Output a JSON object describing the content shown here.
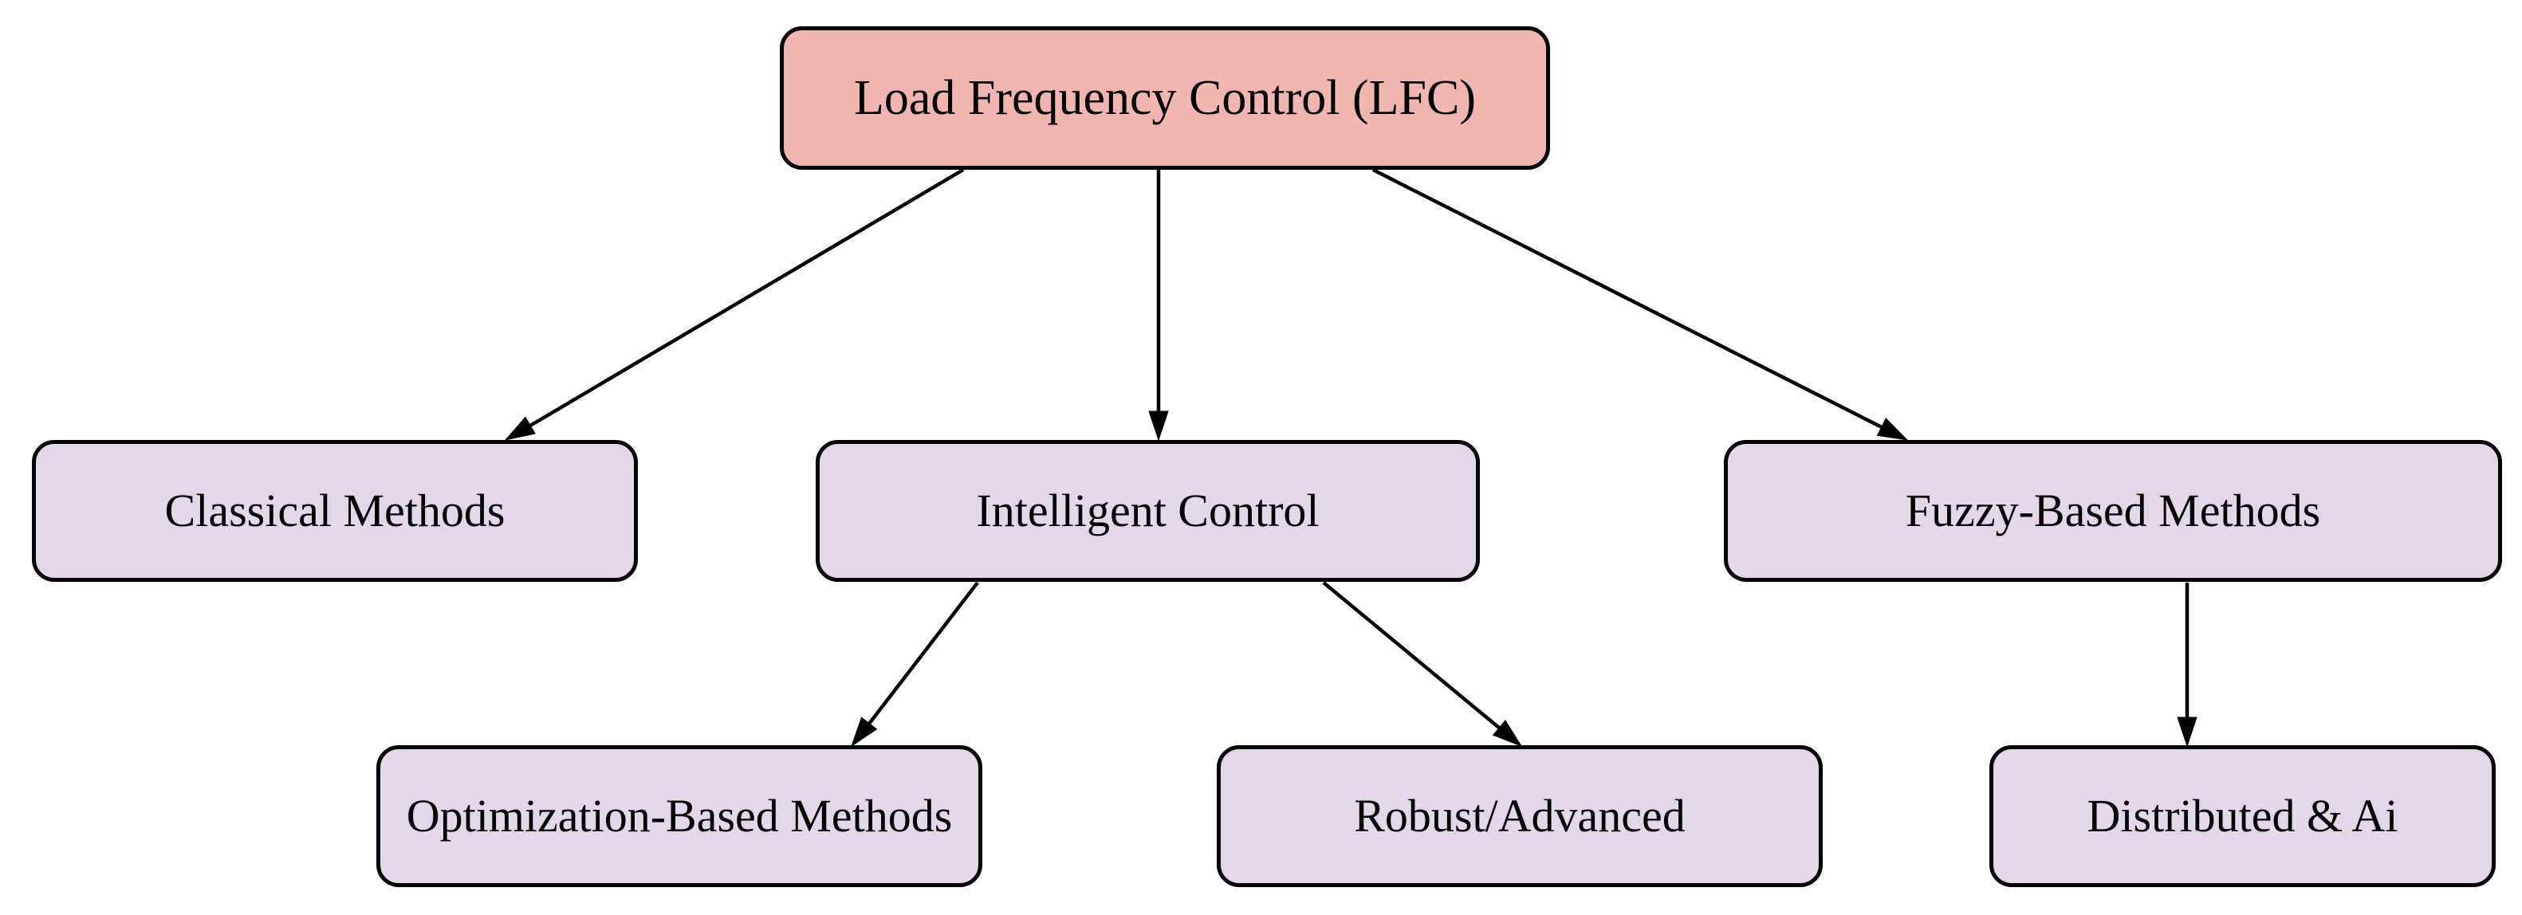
{
  "diagram": {
    "type": "tree-flowchart",
    "topic": "Load Frequency Control methods taxonomy",
    "background": "#ffffff"
  },
  "colors": {
    "root_fill": "#f2b6b0",
    "child_fill": "#e2d8e7",
    "node_border": "#000000",
    "edge_stroke": "#000000",
    "text": "#000000"
  },
  "nodes": {
    "root": {
      "label": "Load Frequency Control (LFC)",
      "fill": "#f2b6b0",
      "level": 0
    },
    "classical": {
      "label": "Classical Methods",
      "fill": "#e2d8e7",
      "level": 1
    },
    "intelligent": {
      "label": "Intelligent Control",
      "fill": "#e2d8e7",
      "level": 1
    },
    "fuzzy": {
      "label": "Fuzzy-Based Methods",
      "fill": "#e2d8e7",
      "level": 1
    },
    "optimization": {
      "label": "Optimization-Based Methods",
      "fill": "#e2d8e7",
      "level": 2
    },
    "robust": {
      "label": "Robust/Advanced",
      "fill": "#e2d8e7",
      "level": 2
    },
    "distributed": {
      "label": "Distributed & Ai",
      "fill": "#e2d8e7",
      "level": 2
    }
  },
  "edges": [
    {
      "from": "root",
      "to": "classical"
    },
    {
      "from": "root",
      "to": "intelligent"
    },
    {
      "from": "root",
      "to": "fuzzy"
    },
    {
      "from": "intelligent",
      "to": "optimization"
    },
    {
      "from": "intelligent",
      "to": "robust"
    },
    {
      "from": "fuzzy",
      "to": "distributed"
    }
  ]
}
